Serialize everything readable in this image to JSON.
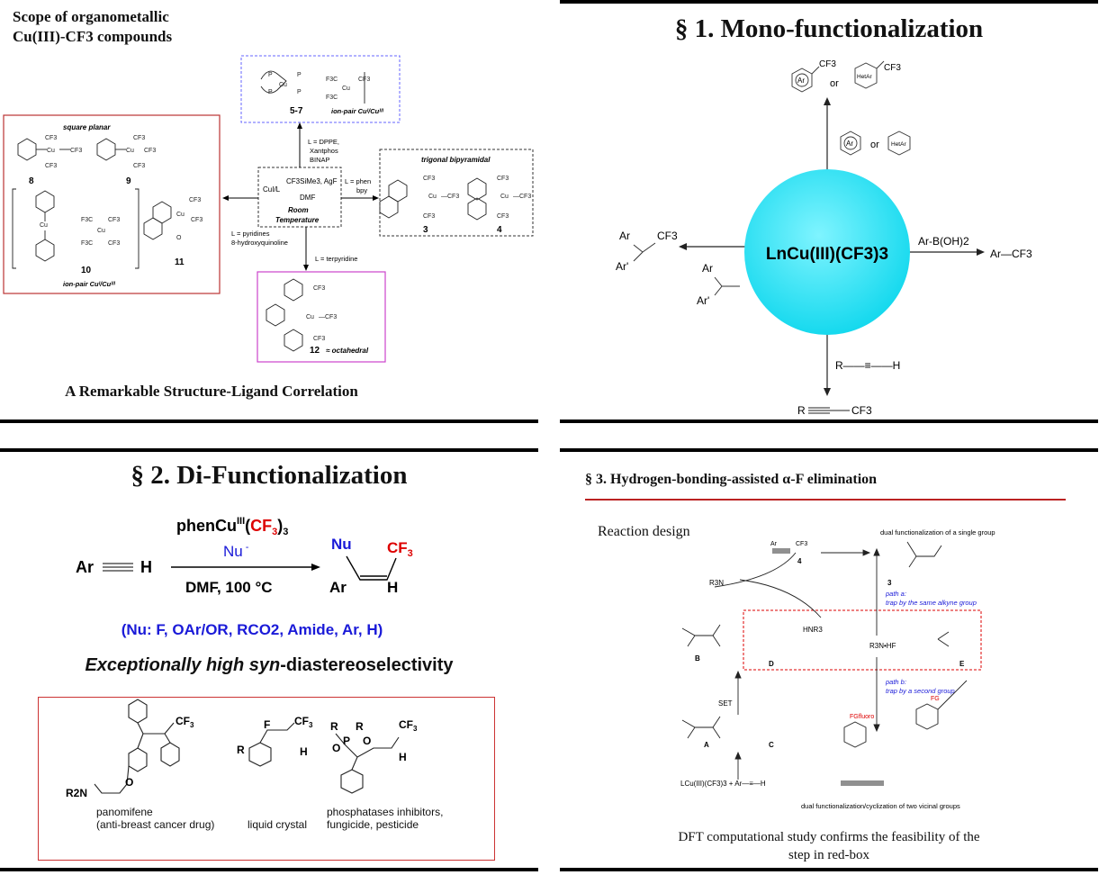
{
  "panel1": {
    "title_l1": "Scope of organometallic",
    "title_l2": "Cu(III)-CF3 compounds",
    "footer": "A Remarkable Structure-Ligand Correlation",
    "center": {
      "l1": "CuI/L",
      "l2": "CF3SiMe3, AgF",
      "l3": "DMF",
      "l4": "Room",
      "l5": "Temperature"
    },
    "cond_up": [
      "L = DPPE,",
      "Xantphos",
      "BINAP"
    ],
    "cond_right": [
      "L = phen",
      "bpy"
    ],
    "cond_left": [
      "L = pyridines",
      "8-hydroxyquinoline"
    ],
    "cond_down": "L = terpyridine",
    "box_left_label": "square planar",
    "box_right_label": "trigonal bipyramidal",
    "octa_label": "≈ octahedral",
    "ionpair_top": "ion-pair Cuᴵ/Cuᴵᴵᴵ",
    "ionpair_left": "ion-pair Cuᴵ/Cuᴵᴵᴵ",
    "compounds": {
      "c57": "5-7",
      "c8": "8",
      "c9": "9",
      "c10": "10",
      "c11": "11",
      "c3": "3",
      "c4": "4",
      "c12": "12"
    }
  },
  "panel2": {
    "title": "§ 1. Mono-functionalization",
    "sphere_label": "LnCu(III)(CF3)3",
    "ar": "Ar",
    "hetar": "HetAr",
    "or": "or",
    "cf3": "CF3",
    "arboh": "Ar-B(OH)2",
    "ar_cf3": "Ar—CF3",
    "alkyne_top": "R——≡——H",
    "ar_prime": "Ar'"
  },
  "panel3": {
    "title": "§ 2. Di-Functionalization",
    "reagent": "phenCu",
    "nu": "Nu",
    "conditions": "DMF, 100 °C",
    "start": "Ar",
    "h": "H",
    "nu_list": "(Nu: F, OAr/OR, RCO2, Amide, Ar, H)",
    "selectivity_pre": "Exceptionally high ",
    "selectivity_em": "syn",
    "selectivity_post": "-diastereoselectivity",
    "examples": [
      {
        "name": "panomifene",
        "desc": "(anti-breast cancer drug)"
      },
      {
        "name": "liquid crystal",
        "desc": ""
      },
      {
        "name": "phosphatases inhibitors,",
        "desc": "fungicide, pesticide"
      }
    ],
    "r2n": "R2N"
  },
  "panel4": {
    "title": "§ 3. Hydrogen-bonding-assisted α-F elimination",
    "design": "Reaction design",
    "top_note": "dual functionalization of a single group",
    "path_a": "path a:",
    "path_a_desc": "trap by the same alkyne group",
    "path_b": "path b:",
    "path_b_desc": "trap by a second group",
    "bottom_note": "dual functionalization/cyclization of two vicinal groups",
    "start": "LCu(III)(CF3)3 + Ar—≡—H",
    "set": "SET",
    "r3n": "R3N",
    "hnr3": "HNR3",
    "r3nhf": "R3N•HF",
    "labels": {
      "A": "A",
      "B": "B",
      "C": "C",
      "D": "D",
      "E": "E",
      "n3": "3",
      "n4": "4"
    },
    "fg": "FG",
    "fgfluoro": "FGfluoro",
    "footer_l1": "DFT computational study confirms the feasibility of the",
    "footer_l2": "step in red-box"
  }
}
